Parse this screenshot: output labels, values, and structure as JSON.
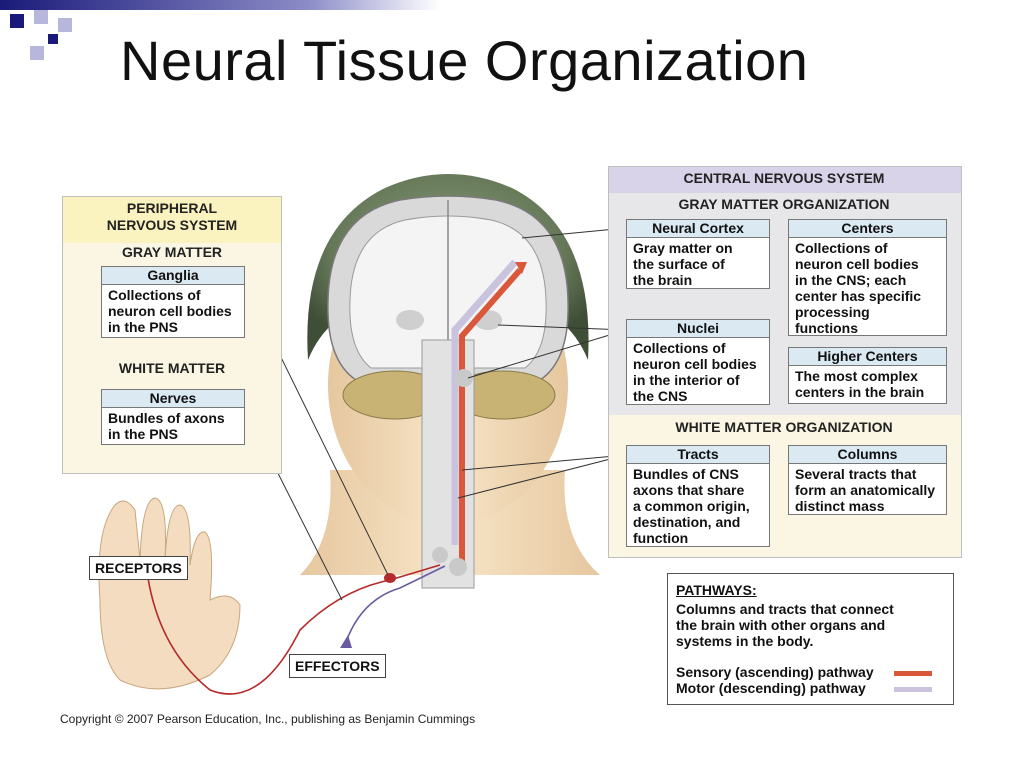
{
  "title": "Neural Tissue Organization",
  "colors": {
    "accent_navy": "#1a1a7a",
    "sensory": "#d9583a",
    "motor": "#c9c3dd",
    "header_blue": "#dbe9f2"
  },
  "pns": {
    "heading": [
      "PERIPHERAL",
      "NERVOUS SYSTEM"
    ],
    "gray_matter": "GRAY MATTER",
    "ganglia": {
      "head": "Ganglia",
      "body": [
        "Collections of",
        "neuron cell bodies",
        "in the PNS"
      ]
    },
    "white_matter": "WHITE MATTER",
    "nerves": {
      "head": "Nerves",
      "body": [
        "Bundles of axons",
        "in the PNS"
      ]
    }
  },
  "cns": {
    "heading": "CENTRAL NERVOUS SYSTEM",
    "gray_org": "GRAY MATTER ORGANIZATION",
    "neural_cortex": {
      "head": "Neural Cortex",
      "body": [
        "Gray matter on",
        "the surface of",
        "the brain"
      ]
    },
    "centers": {
      "head": "Centers",
      "body": [
        "Collections of",
        "neuron cell bodies",
        "in the CNS; each",
        "center has specific",
        "processing",
        "functions"
      ]
    },
    "nuclei": {
      "head": "Nuclei",
      "body": [
        "Collections of",
        "neuron cell bodies",
        "in the interior of",
        "the CNS"
      ]
    },
    "higher_centers": {
      "head": "Higher Centers",
      "body": [
        "The most complex",
        "centers in the brain"
      ]
    },
    "white_org": "WHITE MATTER ORGANIZATION",
    "tracts": {
      "head": "Tracts",
      "body": [
        "Bundles of CNS",
        "axons that share",
        "a common origin,",
        "destination, and",
        "function"
      ]
    },
    "columns": {
      "head": "Columns",
      "body": [
        "Several tracts that",
        "form an anatomically",
        "distinct mass"
      ]
    }
  },
  "labels": {
    "receptors": "RECEPTORS",
    "effectors": "EFFECTORS"
  },
  "pathways": {
    "heading": "PATHWAYS:",
    "text": [
      "Columns and tracts that connect",
      "the brain with other organs and",
      "systems in the body."
    ],
    "sensory": "Sensory (ascending) pathway",
    "motor": "Motor (descending) pathway"
  },
  "copyright": "Copyright © 2007 Pearson Education, Inc., publishing as Benjamin Cummings"
}
